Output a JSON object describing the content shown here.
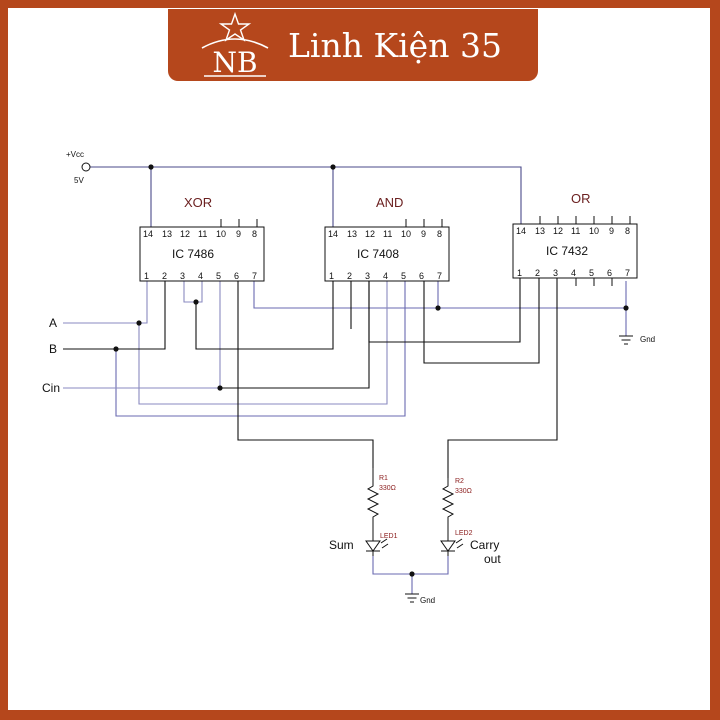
{
  "brand": {
    "name": "Linh Kiện 35",
    "logo_text": "NB",
    "colors": {
      "frame": "#b5471c",
      "logo_text": "#ffffff"
    }
  },
  "supply": {
    "vcc_label": "+Vcc",
    "voltage_label": "5V"
  },
  "inputs": {
    "a": "A",
    "b": "B",
    "cin": "Cin"
  },
  "chips": [
    {
      "title": "XOR",
      "name": "IC 7486",
      "top_pins": [
        "14",
        "13",
        "12",
        "11",
        "10",
        "9",
        "8"
      ],
      "bottom_pins": [
        "1",
        "2",
        "3",
        "4",
        "5",
        "6",
        "7"
      ]
    },
    {
      "title": "AND",
      "name": "IC 7408",
      "top_pins": [
        "14",
        "13",
        "12",
        "11",
        "10",
        "9",
        "8"
      ],
      "bottom_pins": [
        "1",
        "2",
        "3",
        "4",
        "5",
        "6",
        "7"
      ]
    },
    {
      "title": "OR",
      "name": "IC 7432",
      "top_pins": [
        "14",
        "13",
        "12",
        "11",
        "10",
        "9",
        "8"
      ],
      "bottom_pins": [
        "1",
        "2",
        "3",
        "4",
        "5",
        "6",
        "7"
      ]
    }
  ],
  "ground": {
    "label": "Gnd"
  },
  "resistors": [
    {
      "ref": "R1",
      "value": "330Ω"
    },
    {
      "ref": "R2",
      "value": "330Ω"
    }
  ],
  "leds": [
    {
      "ref": "LED1"
    },
    {
      "ref": "LED2"
    }
  ],
  "outputs": {
    "sum": "Sum",
    "carry_line1": "Carry",
    "carry_line2": "out"
  }
}
